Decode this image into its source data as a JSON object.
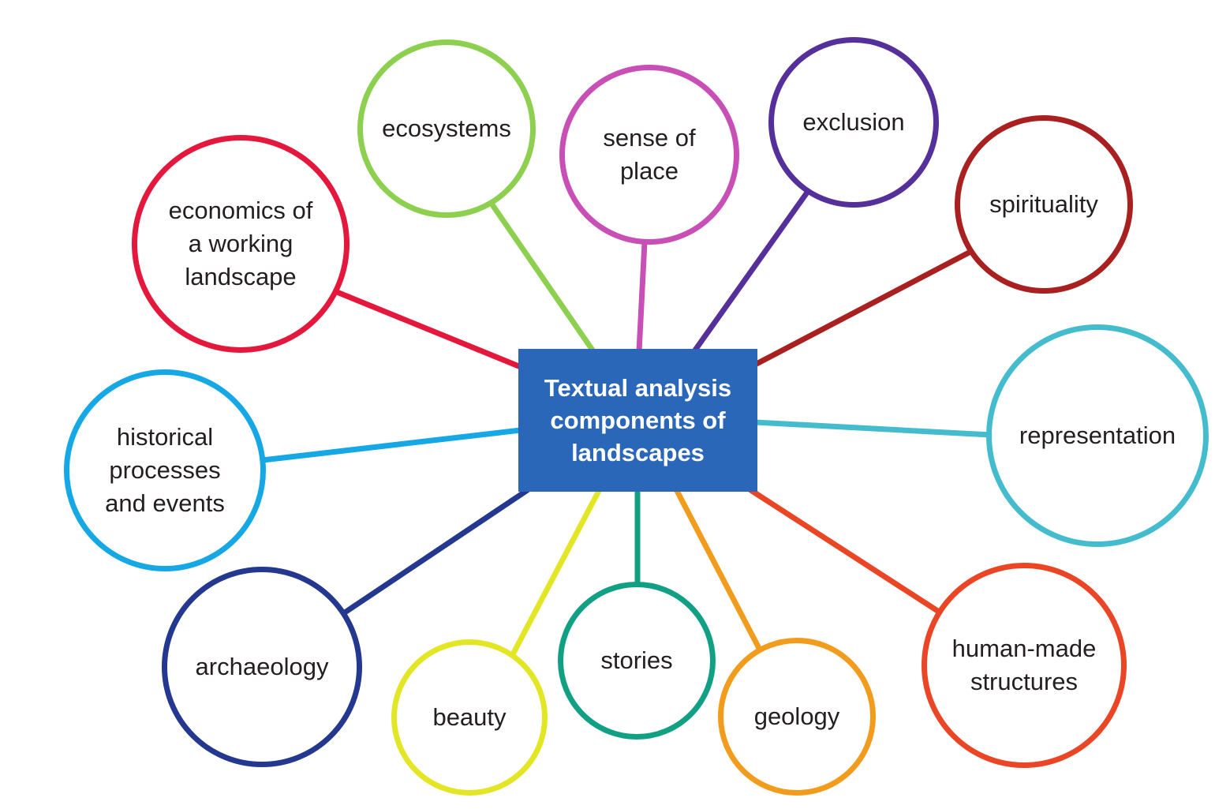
{
  "center": {
    "label": "Textual analysis components of landscapes",
    "color": "#2a67b8"
  },
  "nodes": [
    {
      "id": "economics",
      "label": "economics of a working landscape",
      "color": "#e3183c"
    },
    {
      "id": "ecosystems",
      "label": "ecosystems",
      "color": "#8dcf4f"
    },
    {
      "id": "sense",
      "label": "sense of place",
      "color": "#c74fb6"
    },
    {
      "id": "exclusion",
      "label": "exclusion",
      "color": "#56309a"
    },
    {
      "id": "spirituality",
      "label": "spirituality",
      "color": "#a8201f"
    },
    {
      "id": "historical",
      "label": "historical processes and events",
      "color": "#15a8e4"
    },
    {
      "id": "representation",
      "label": "representation",
      "color": "#44bccd"
    },
    {
      "id": "archaeology",
      "label": "archaeology",
      "color": "#253890"
    },
    {
      "id": "beauty",
      "label": "beauty",
      "color": "#e3e624"
    },
    {
      "id": "stories",
      "label": "stories",
      "color": "#12a085"
    },
    {
      "id": "geology",
      "label": "geology",
      "color": "#f19c1c"
    },
    {
      "id": "human",
      "label": "human-made structures",
      "color": "#ea4626"
    }
  ]
}
